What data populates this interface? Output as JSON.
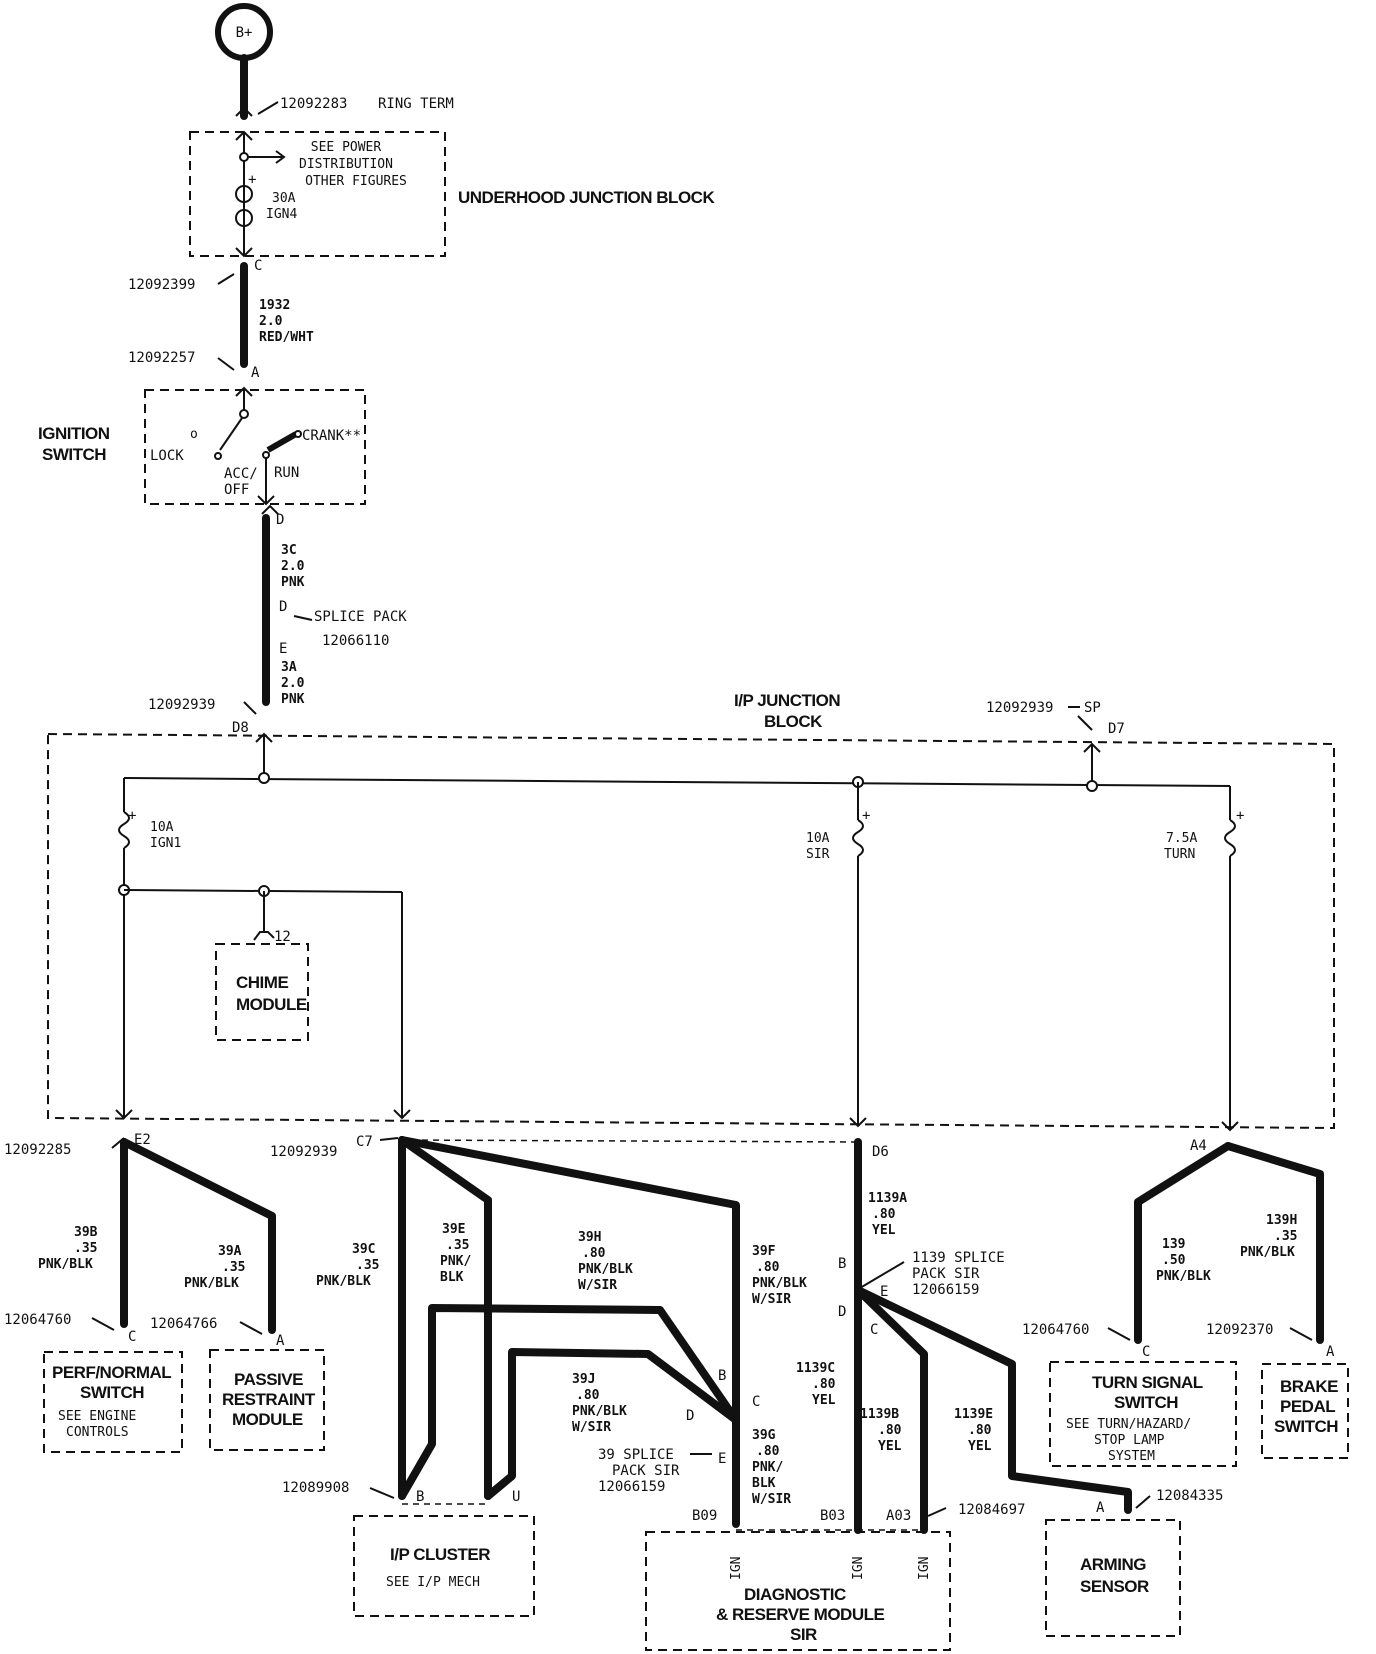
{
  "source": {
    "label": "B+"
  },
  "ring_term": {
    "part": "12092283",
    "label": "RING TERM"
  },
  "underhood_block": {
    "title": "UNDERHOOD JUNCTION BLOCK",
    "note_lines": [
      "SEE POWER",
      "DISTRIBUTION",
      "OTHER FIGURES"
    ],
    "fuse_rating": "30A",
    "fuse_name": "IGN4",
    "connector_c": "C",
    "plus": "+"
  },
  "wire_1932": {
    "part_top": "12092399",
    "part_bottom": "12092257",
    "circuit": "1932",
    "gauge": "2.0",
    "color": "RED/WHT",
    "pin": "A"
  },
  "ignition_switch": {
    "title_line1": "IGNITION",
    "title_line2": "SWITCH",
    "lock": "LOCK",
    "acc": "ACC/",
    "off": "OFF",
    "run": "RUN",
    "crank": "CRANK**",
    "small_o": "o",
    "pin_d": "D"
  },
  "wire_3c": {
    "circuit": "3C",
    "gauge": "2.0",
    "color": "PNK",
    "splice_pin_d": "D",
    "splice_label": "SPLICE PACK",
    "splice_part": "12066110",
    "splice_pin_e": "E"
  },
  "wire_3a": {
    "circuit": "3A",
    "gauge": "2.0",
    "color": "PNK",
    "part": "12092939",
    "pin": "D8"
  },
  "ip_block": {
    "title_line1": "I/P JUNCTION",
    "title_line2": "BLOCK",
    "sp_part": "12092939",
    "sp_label": "SP",
    "sp_pin": "D7",
    "fuse_ign1_rating": "10A",
    "fuse_ign1_name": "IGN1",
    "fuse_sir_rating": "10A",
    "fuse_sir_name": "SIR",
    "fuse_turn_rating": "7.5A",
    "fuse_turn_name": "TURN",
    "chime_pin": "12",
    "chime_line1": "CHIME",
    "chime_line2": "MODULE",
    "out_e2": "E2",
    "out_c7": "C7",
    "out_d6": "D6",
    "out_a4": "A4",
    "plus": "+"
  },
  "left_branch": {
    "part": "12092285",
    "wire_39b": [
      "39B",
      ".35",
      "PNK/BLK"
    ],
    "wire_39a": [
      "39A",
      ".35",
      "PNK/BLK"
    ],
    "perf_part": "12064760",
    "perf_pin": "C",
    "perf_line1": "PERF/NORMAL",
    "perf_line2": "SWITCH",
    "perf_note1": "SEE ENGINE",
    "perf_note2": "CONTROLS",
    "passive_part": "12064766",
    "passive_pin": "A",
    "passive_line1": "PASSIVE",
    "passive_line2": "RESTRAINT",
    "passive_line3": "MODULE"
  },
  "center_branch": {
    "part": "12092939",
    "wire_39c": [
      "39C",
      ".35",
      "PNK/BLK"
    ],
    "wire_39e": [
      "39E",
      ".35",
      "PNK/",
      "BLK"
    ],
    "wire_39h": [
      "39H",
      ".80",
      "PNK/BLK",
      "W/SIR"
    ],
    "wire_39f": [
      "39F",
      ".80",
      "PNK/BLK",
      "W/SIR"
    ],
    "wire_39j": [
      "39J",
      ".80",
      "PNK/BLK",
      "W/SIR"
    ],
    "wire_39g": [
      "39G",
      ".80",
      "PNK/",
      "BLK",
      "W/SIR"
    ],
    "splice_label1": "39 SPLICE",
    "splice_label2": "PACK  SIR",
    "splice_part": "12066159",
    "pin_b": "B",
    "pin_c": "C",
    "pin_d": "D",
    "pin_e": "E",
    "cluster_part": "12089908",
    "cluster_pin_b": "B",
    "cluster_pin_u": "U",
    "cluster_line1": "I/P CLUSTER",
    "cluster_line2": "SEE I/P MECH"
  },
  "sir_branch": {
    "wire_1139a": [
      "1139A",
      ".80",
      "YEL"
    ],
    "splice_label1": "1139 SPLICE",
    "splice_label2": "PACK  SIR",
    "splice_part": "12066159",
    "pin_b": "B",
    "pin_c": "C",
    "pin_d": "D",
    "pin_e": "E",
    "wire_1139c": [
      "1139C",
      ".80",
      "YEL"
    ],
    "wire_1139b": [
      "1139B",
      ".80",
      "YEL"
    ],
    "wire_1139e": [
      "1139E",
      ".80",
      "YEL"
    ],
    "dr_part": "12084697",
    "dr_pin_b09": "B09",
    "dr_pin_b03": "B03",
    "dr_pin_a03": "A03",
    "ign": "IGN",
    "dr_line1": "DIAGNOSTIC",
    "dr_line2": "& RESERVE MODULE",
    "dr_line3": "SIR",
    "arm_part": "12084335",
    "arm_pin": "A",
    "arm_line1": "ARMING",
    "arm_line2": "SENSOR"
  },
  "right_branch": {
    "wire_139": [
      "139",
      ".50",
      "PNK/BLK"
    ],
    "wire_139h": [
      "139H",
      ".35",
      "PNK/BLK"
    ],
    "turn_part": "12064760",
    "turn_pin": "C",
    "turn_line1": "TURN SIGNAL",
    "turn_line2": "SWITCH",
    "turn_note1": "SEE TURN/HAZARD/",
    "turn_note2": "STOP LAMP",
    "turn_note3": "SYSTEM",
    "brake_part": "12092370",
    "brake_pin": "A",
    "brake_line1": "BRAKE",
    "brake_line2": "PEDAL",
    "brake_line3": "SWITCH"
  }
}
